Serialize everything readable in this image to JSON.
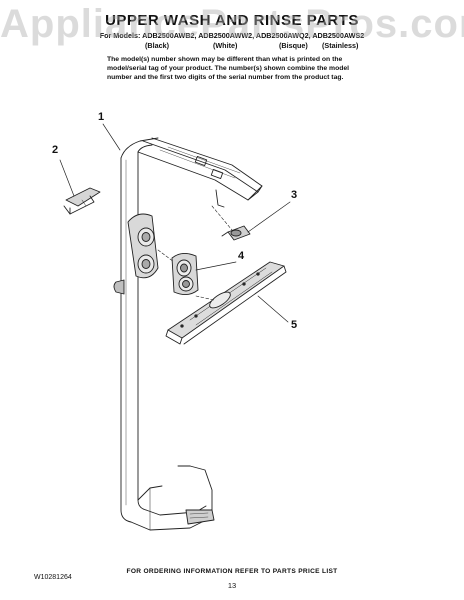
{
  "watermark": "AppliancePartsPros.com",
  "header": {
    "title": "UPPER WASH AND RINSE PARTS",
    "models_line": "For Models: ADB2500AWB2, ADB2500AWW2, ADB2500AWQ2, ADB2500AWS2",
    "finishes": [
      "(Black)",
      "(White)",
      "(Bisque)",
      "(Stainless)"
    ]
  },
  "note": {
    "line1": "The model(s) number shown may be different than what is printed on the",
    "line2": "model/serial tag of your product. The number(s) shown combine the model",
    "line3": "number and the first two digits of the serial number from the product tag."
  },
  "callouts": {
    "c1": "1",
    "c2": "2",
    "c3": "3",
    "c4": "4",
    "c5": "5"
  },
  "footer": {
    "doc_number": "W10281264",
    "ordering_info": "FOR ORDERING INFORMATION REFER TO PARTS PRICE LIST",
    "page_number": "13"
  }
}
